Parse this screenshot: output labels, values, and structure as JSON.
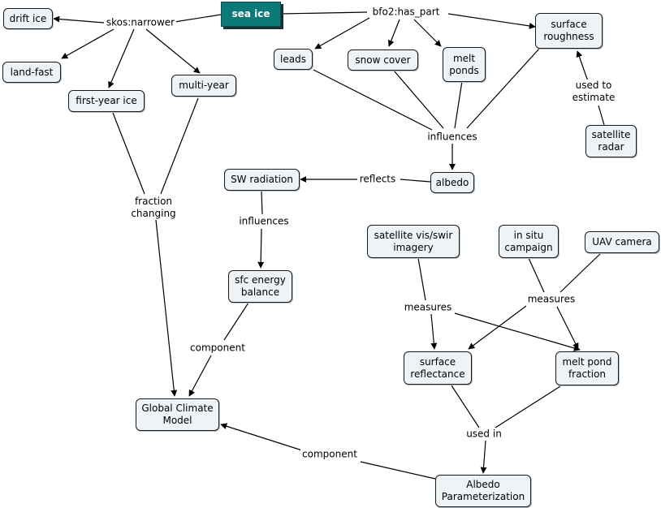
{
  "colors": {
    "root_fill": "#0c7a78",
    "node_fill": "#eef3f7",
    "line": "#000000"
  },
  "nodes": {
    "sea_ice": "sea ice",
    "drift_ice": "drift ice",
    "land_fast": "land-fast",
    "first_year_ice": "first-year ice",
    "multi_year": "multi-year",
    "leads": "leads",
    "snow_cover": "snow cover",
    "melt_ponds": "melt\nponds",
    "surface_roughness": "surface\nroughness",
    "satellite_radar": "satellite\nradar",
    "albedo": "albedo",
    "sw_radiation": "SW radiation",
    "sfc_energy_balance": "sfc energy\nbalance",
    "global_climate_model": "Global Climate\nModel",
    "satellite_vis_swir": "satellite vis/swir\nimagery",
    "in_situ_campaign": "in situ\ncampaign",
    "uav_camera": "UAV camera",
    "surface_reflectance": "surface\nreflectance",
    "melt_pond_fraction": "melt pond\nfraction",
    "albedo_parameterization": "Albedo\nParameterization"
  },
  "links": {
    "skos_narrower": "skos:narrower",
    "bfo2_has_part": "bfo2:has_part",
    "influences_top": "influences",
    "used_to_estimate": "used to\nestimate",
    "reflects": "reflects",
    "influences_mid": "influences",
    "fraction_changing": "fraction\nchanging",
    "component_left": "component",
    "measures_left": "measures",
    "measures_right": "measures",
    "used_in": "used in",
    "component_bottom": "component"
  }
}
